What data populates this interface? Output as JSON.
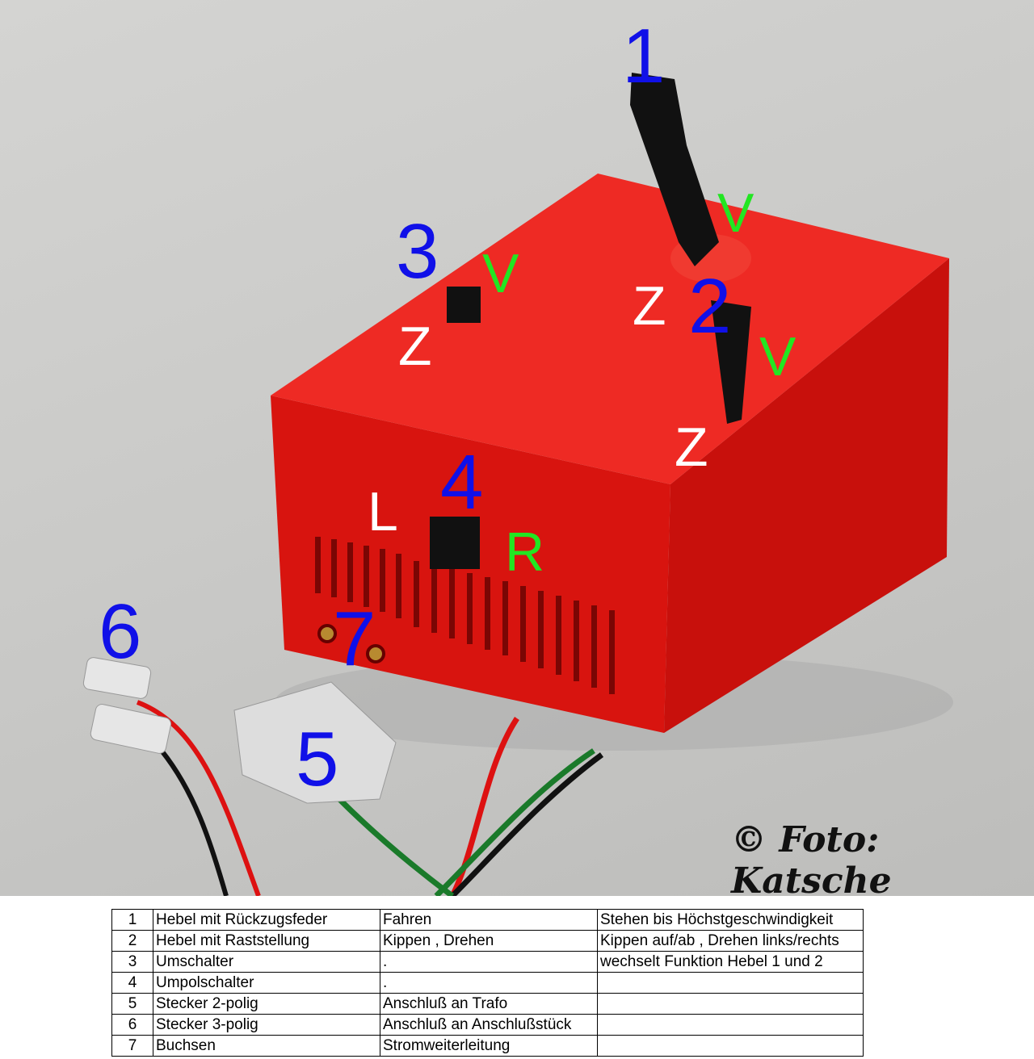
{
  "labels": {
    "n1": "1",
    "n2": "2",
    "n3": "3",
    "n4": "4",
    "n5": "5",
    "n6": "6",
    "n7": "7",
    "v": "V",
    "z": "Z",
    "l": "L",
    "r": "R"
  },
  "copyright": "© Foto: Katsche",
  "colors": {
    "box": "#e8231f",
    "number": "#1010e8",
    "v_label": "#22e622",
    "z_label": "#ffffff"
  },
  "table": [
    {
      "n": "1",
      "part": "Hebel mit Rückzugsfeder",
      "function": "Fahren",
      "description": "Stehen bis Höchstgeschwindigkeit"
    },
    {
      "n": "2",
      "part": "Hebel mit Raststellung",
      "function": "Kippen , Drehen",
      "description": "Kippen auf/ab , Drehen links/rechts"
    },
    {
      "n": "3",
      "part": "Umschalter",
      "function": ".",
      "description": "wechselt Funktion Hebel 1 und 2"
    },
    {
      "n": "4",
      "part": "Umpolschalter",
      "function": ".",
      "description": ""
    },
    {
      "n": "5",
      "part": "Stecker 2-polig",
      "function": "Anschluß an Trafo",
      "description": ""
    },
    {
      "n": "6",
      "part": "Stecker 3-polig",
      "function": "Anschluß an Anschlußstück",
      "description": ""
    },
    {
      "n": "7",
      "part": "Buchsen",
      "function": "Stromweiterleitung",
      "description": ""
    }
  ]
}
